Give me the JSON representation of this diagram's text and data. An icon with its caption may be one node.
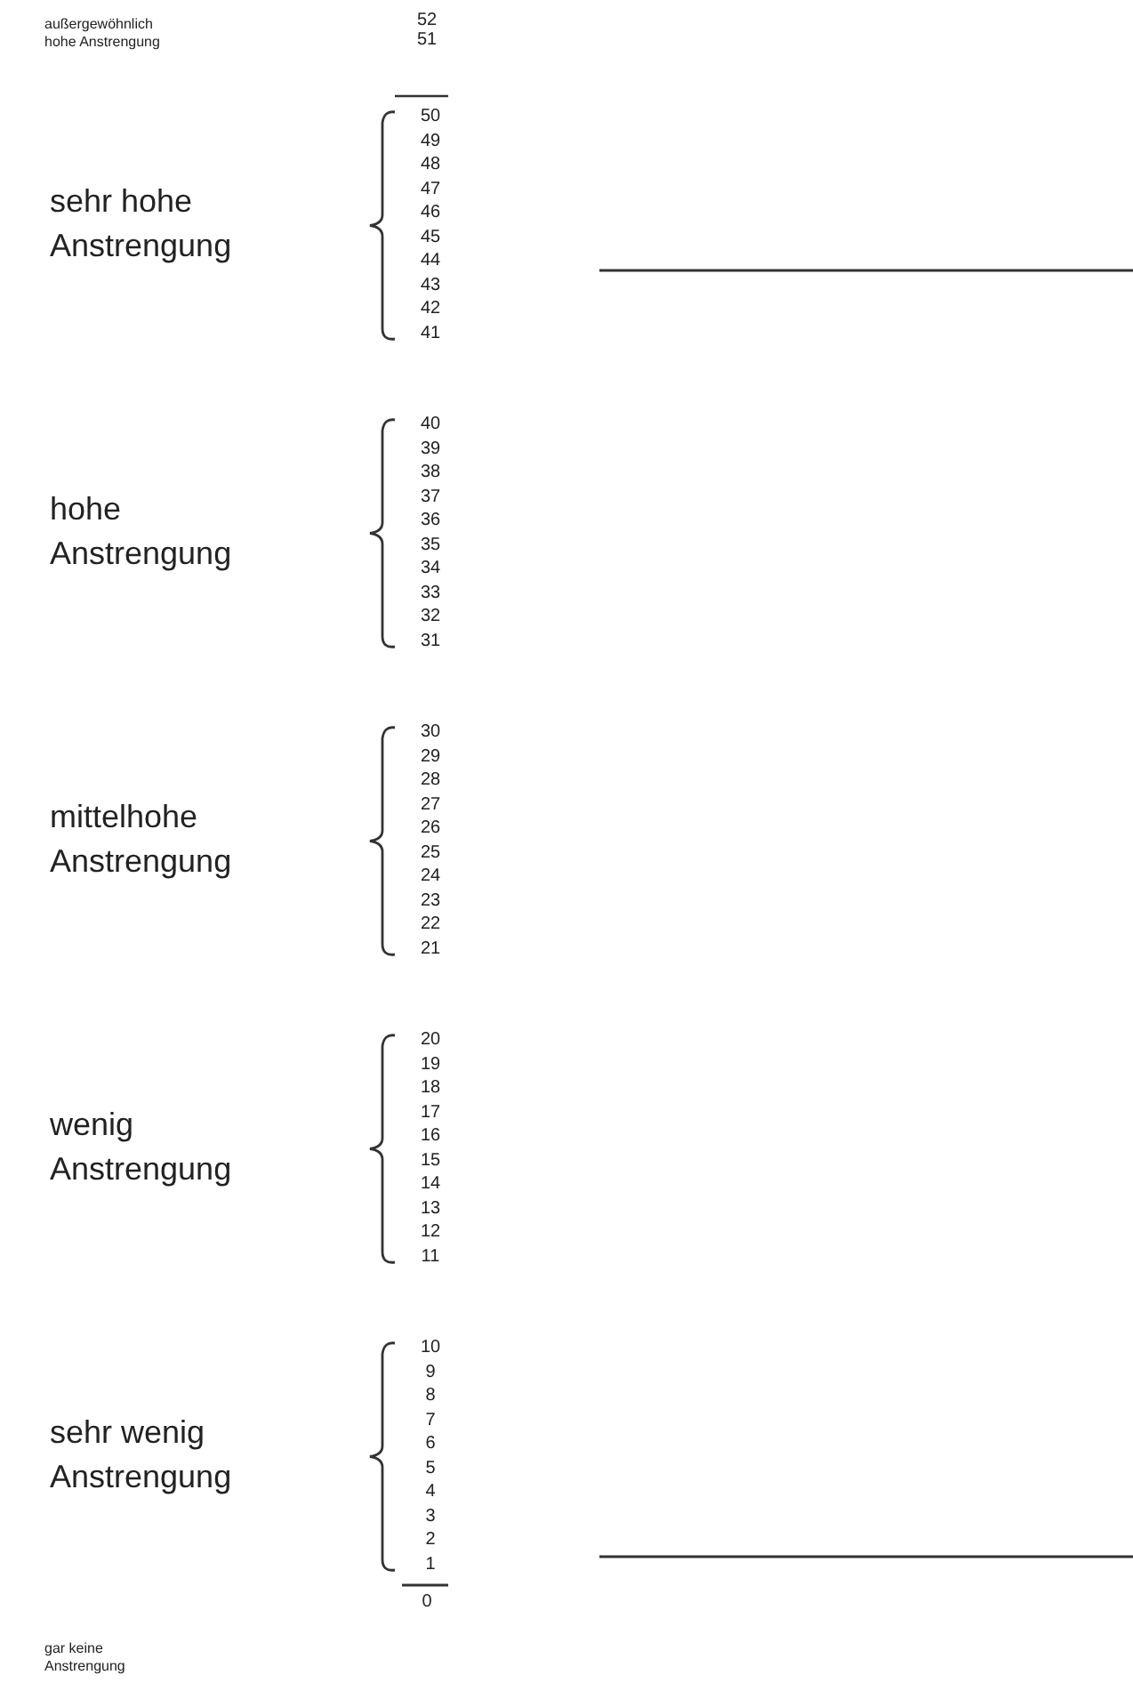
{
  "diagram": {
    "labels": [
      "außergewöhnlich hohe Anstrengung",
      "52",
      "51",
      "sehr hohe Anstrengung",
      "50",
      "49",
      "48",
      "47",
      "46",
      "45",
      "44",
      "43",
      "42",
      "41",
      "hohe Anstrengung",
      "40",
      "39",
      "38",
      "37",
      "36",
      "35",
      "34",
      "33",
      "32",
      "31",
      "mittelhohe Anstrengung",
      "30",
      "29",
      "28",
      "27",
      "26",
      "25",
      "24",
      "23",
      "22",
      "21",
      "wenig Anstrengung",
      "20",
      "19",
      "18",
      "17",
      "16",
      "15",
      "14",
      "13",
      "12",
      "11",
      "sehr wenig Anstrengung",
      "10",
      "9",
      "8",
      "7",
      "6",
      "5",
      "4",
      "3",
      "2",
      "1",
      "gar keine Anstrengung",
      "0"
    ]
  }
}
